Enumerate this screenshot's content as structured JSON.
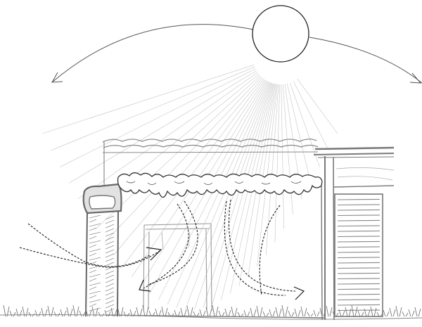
{
  "diagram": {
    "colors": {
      "background": "#ffffff",
      "outline": "#2b2b2b",
      "ink": "#7a7a7a",
      "ray": "#c4c4c4",
      "hatch": "#8f8f8f"
    },
    "elements": [
      "sun",
      "sun-path-arc",
      "sun-rays",
      "tiled-roof",
      "pergola-vegetation",
      "stone-pillar",
      "house-wall",
      "wall-window",
      "neighbouring-building",
      "louvered-shutter",
      "airflow-arrows",
      "ground-grass"
    ]
  }
}
